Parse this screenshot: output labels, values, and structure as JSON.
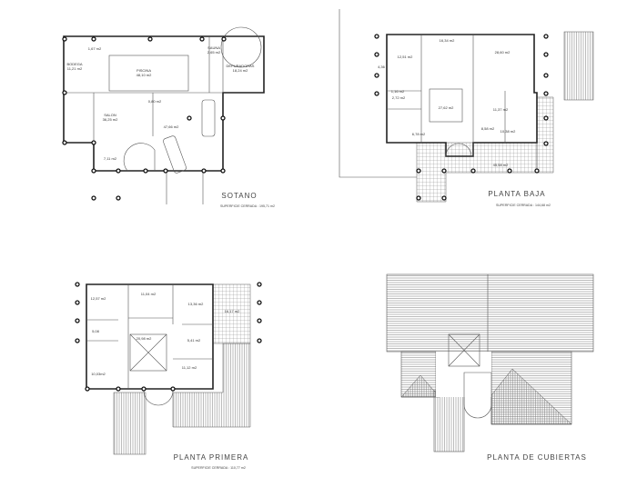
{
  "plans": {
    "sotano": {
      "title": "SOTANO",
      "surface": "SUPERFICIE CERRADA : 195,71 m2",
      "rooms": [
        "BODEGA",
        "11,21 m2",
        "1,67 m2",
        "PISCINA",
        "48,10 m2",
        "SAUNA",
        "2,65 m2",
        "DEPURADORAS",
        "18,24 m2",
        "SALON",
        "36,25 m2",
        "0,80 m2",
        "47,66 m2",
        "7,11 m2"
      ]
    },
    "baja": {
      "title": "PLANTA BAJA",
      "surface": "SUPERFICIE CERRADA : 144,68 m2",
      "rooms": [
        "16,34 m2",
        "28,60 m2",
        "12,51 m2",
        "4,36",
        "1,16 m2",
        "2,72 m2",
        "27,62 m2",
        "11,37 m2",
        "8,58 m2",
        "10,38 m2",
        "6,78 m2",
        "45,58 m2"
      ]
    },
    "primera": {
      "title": "PLANTA PRIMERA",
      "surface": "SUPERFICIE CERRADA : 110,77 m2",
      "rooms": [
        "12,57 m2",
        "11,04 m2",
        "13,36 m2",
        "16,17 m2",
        "5,08",
        "20,98 m2",
        "5,41 m2",
        "10,03m2",
        "11,12 m2"
      ]
    },
    "cubiertas": {
      "title": "PLANTA DE CUBIERTAS"
    }
  }
}
